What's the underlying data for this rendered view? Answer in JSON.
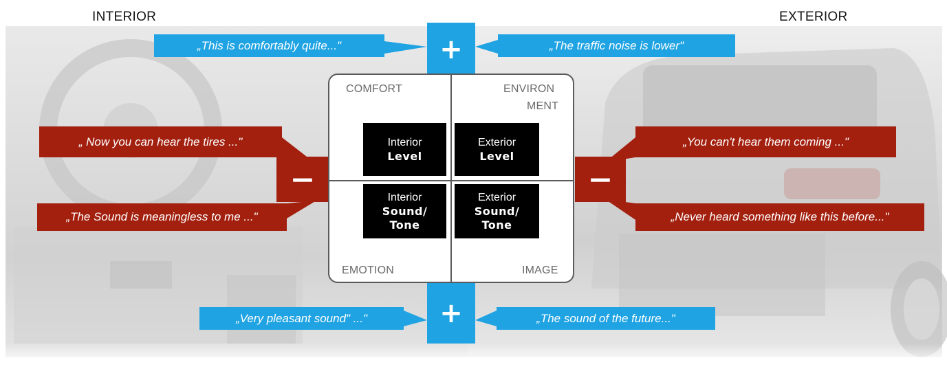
{
  "headings": {
    "interior": "INTERIOR",
    "exterior": "EXTERIOR"
  },
  "callouts": {
    "top_left": "„This is comfortably quite...\"",
    "top_right": "„The traffic noise is lower\"",
    "middle_left_upper": "„ Now you can hear the tires ...\"",
    "middle_right_upper": "„You can't hear them coming ...\"",
    "middle_left_lower": "„The Sound is meaningless to me ...\"",
    "middle_right_lower": "„Never heard something like this before...\"",
    "bottom_left": "„Very pleasant sound\" ...\"",
    "bottom_right": "„The sound of the future...\""
  },
  "signs": {
    "plus": "+",
    "minus": "−"
  },
  "matrix": {
    "top_left_corner": "COMFORT",
    "top_right_corner_line1": "ENVIRON",
    "top_right_corner_line2": "MENT",
    "bottom_left_corner": "EMOTION",
    "bottom_right_corner": "IMAGE",
    "cells": {
      "interior_level": {
        "line1": "Interior",
        "line2": "Level"
      },
      "exterior_level": {
        "line1": "Exterior",
        "line2": "Level"
      },
      "interior_sound": {
        "line1": "Interior",
        "line2": "Sound/",
        "line3": "Tone"
      },
      "exterior_sound": {
        "line1": "Exterior",
        "line2": "Sound/",
        "line3": "Tone"
      }
    }
  },
  "colors": {
    "blue": "#1fa3e3",
    "red": "#a3200f",
    "cell_bg": "#000000",
    "border": "#5a5a5a"
  }
}
